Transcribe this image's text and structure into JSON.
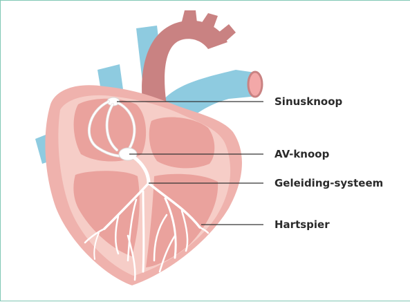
{
  "labels": {
    "sinusknoop": "Sinusknoop",
    "av_knoop": "AV-knoop",
    "geleiding_systeem": "Geleiding-systeem",
    "hartspier": "Hartspier"
  },
  "colors": {
    "frame_border": "#7fc7b4",
    "heart_outer": "#efb2ad",
    "heart_inner": "#f6cdc7",
    "heart_chamber": "#eaa29d",
    "aorta": "#c98282",
    "vessels_blue": "#8ecbe0",
    "conduction_system": "#ffffff",
    "label_text": "#2a2a2a",
    "leader_line": "#333333"
  }
}
